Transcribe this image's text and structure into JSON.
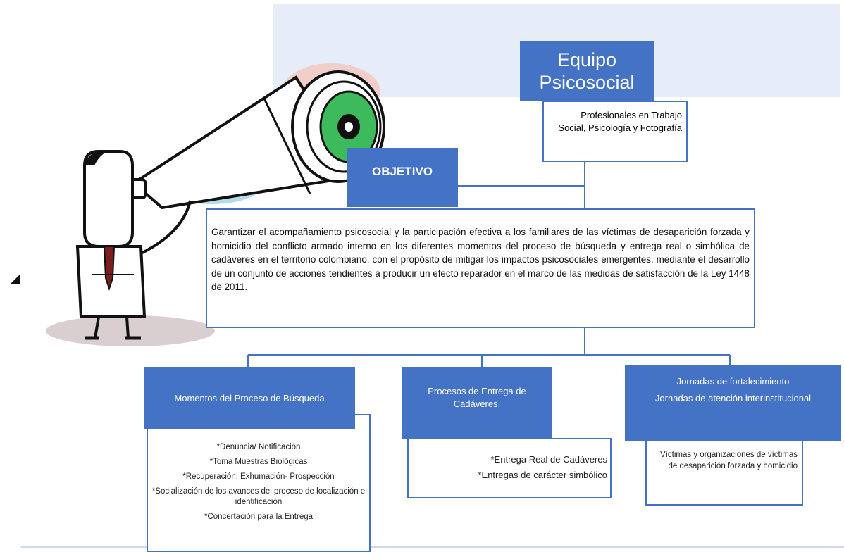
{
  "diagram": {
    "root": {
      "title": "Equipo Psicosocial",
      "description": "Profesionales en Trabajo Social, Psicología y Fotografía"
    },
    "objetivo": {
      "title": "OBJETIVO",
      "text": "Garantizar el acompañamiento psicosocial y la participación efectiva a los familiares de las víctimas de desaparición forzada y homicidio del conflicto armado interno en los diferentes momentos del proceso de búsqueda y entrega real o simbólica de cadáveres en el territorio colombiano, con el propósito de mitigar los impactos psicosociales emergentes, mediante el desarrollo de un conjunto de acciones tendientes a producir un efecto reparador en el marco de las medidas de satisfacción de la Ley 1448 de 2011."
    },
    "branches": [
      {
        "title": "Momentos del Proceso de Búsqueda",
        "items": [
          "*Denuncia/ Notificación",
          "*Toma Muestras Biológicas",
          "*Recuperación: Exhumación- Prospección",
          "*Socialización de los avances del proceso de localización e identificación",
          "*Concertación para la Entrega"
        ]
      },
      {
        "title": "Procesos de Entrega de Cadáveres.",
        "items": [
          "*Entrega Real de Cadáveres",
          "*Entregas de carácter simbólico"
        ]
      },
      {
        "title_lines": [
          "Jornadas de fortalecimiento",
          "Jornadas de atención interinstitucional"
        ],
        "description": "Víctimas y organizaciones de víctimas de desaparición forzada y homicidio"
      }
    ]
  },
  "colors": {
    "accent": "#4472c4",
    "band": "#e6ecf8",
    "eye_iris": "#3dbb5c",
    "shadow": "#cfc3c6"
  },
  "illustration": {
    "subject": "cartoon-man-with-telescope-icon"
  }
}
